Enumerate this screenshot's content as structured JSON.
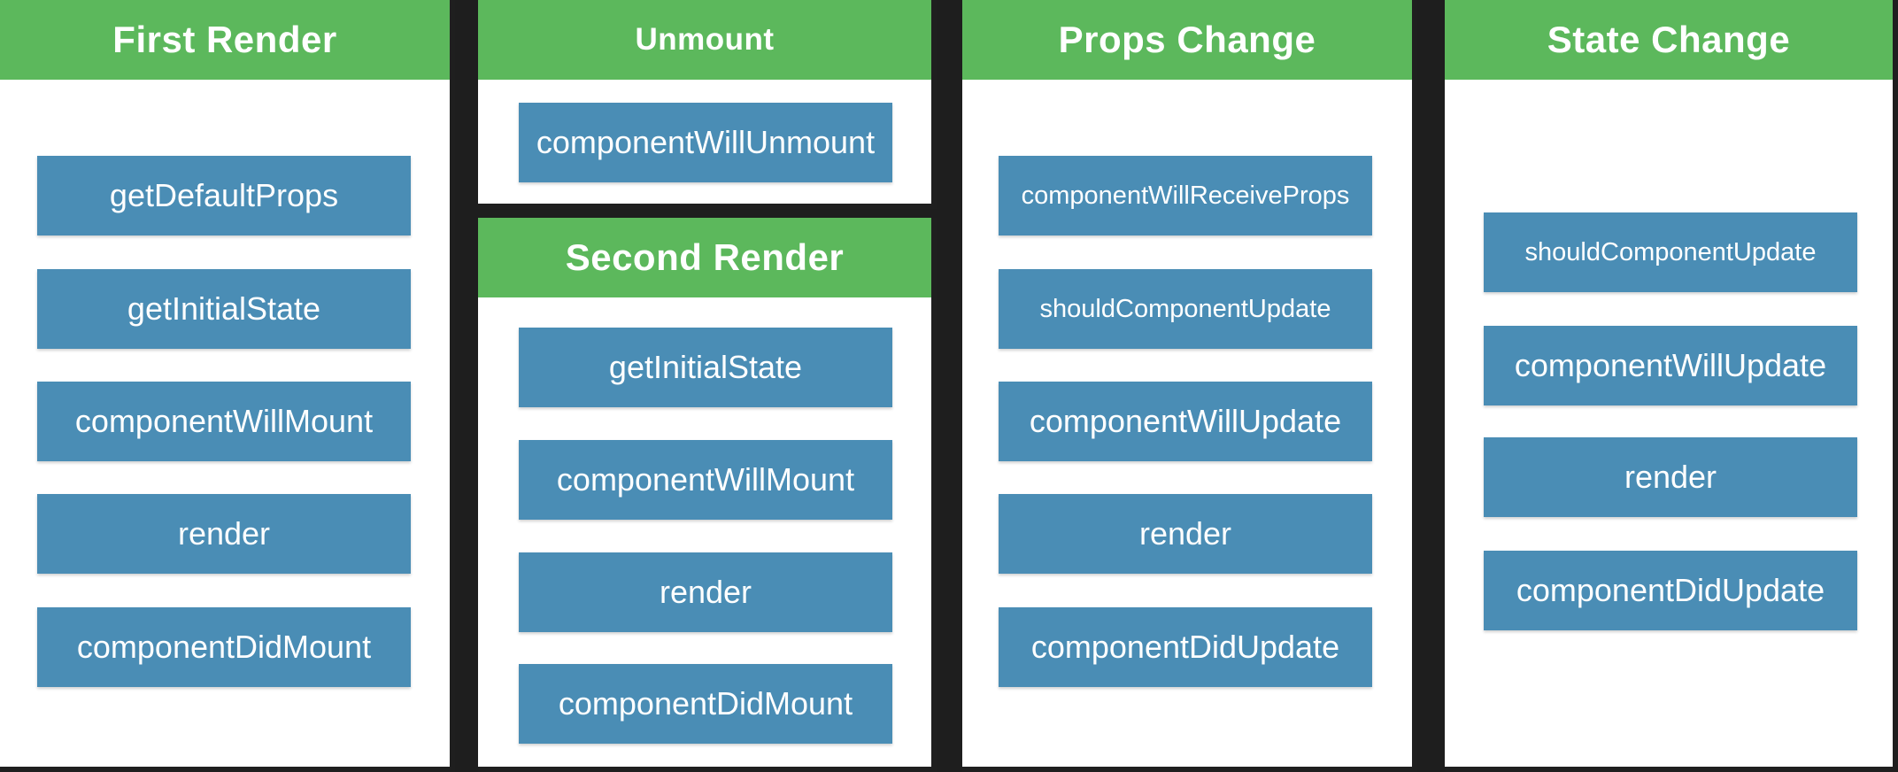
{
  "panels": {
    "first_render": {
      "title": "First Render",
      "methods": [
        "getDefaultProps",
        "getInitialState",
        "componentWillMount",
        "render",
        "componentDidMount"
      ]
    },
    "unmount": {
      "title": "Unmount",
      "methods": [
        "componentWillUnmount"
      ]
    },
    "second_render": {
      "title": "Second Render",
      "methods": [
        "getInitialState",
        "componentWillMount",
        "render",
        "componentDidMount"
      ]
    },
    "props_change": {
      "title": "Props Change",
      "methods": [
        "componentWillReceiveProps",
        "shouldComponentUpdate",
        "componentWillUpdate",
        "render",
        "componentDidUpdate"
      ]
    },
    "state_change": {
      "title": "State Change",
      "methods": [
        "shouldComponentUpdate",
        "componentWillUpdate",
        "render",
        "componentDidUpdate"
      ]
    }
  },
  "colors": {
    "header_green": "#5cb85c",
    "method_blue": "#4a8db5",
    "panel_background": "#ffffff",
    "panel_border": "#1f1f1f"
  }
}
